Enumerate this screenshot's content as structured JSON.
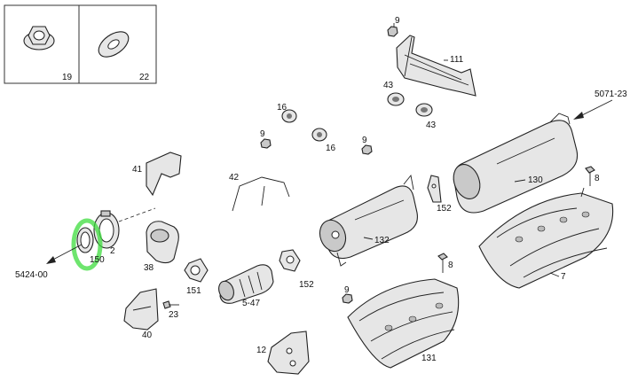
{
  "inset": {
    "label_left": "19",
    "label_right": "22"
  },
  "refs": {
    "left": "5424-00",
    "right": "5071-23"
  },
  "labels": {
    "p9a": "9",
    "p111": "111",
    "p43a": "43",
    "p43b": "43",
    "p16a": "16",
    "p16b": "16",
    "p9b": "9",
    "p9c": "9",
    "p41": "41",
    "p42": "42",
    "p2": "2",
    "p150": "150",
    "p38": "38",
    "p151a": "151",
    "p23": "23",
    "p40": "40",
    "p547": "5-47",
    "p152a": "152",
    "p152b": "152",
    "p132": "132",
    "p130": "130",
    "p8a": "8",
    "p8b": "8",
    "p7": "7",
    "p9d": "9",
    "p12": "12",
    "p131": "131"
  },
  "colors": {
    "highlight": "#3ddc3d",
    "line": "#222222",
    "part_fill": "#e6e6e6"
  }
}
